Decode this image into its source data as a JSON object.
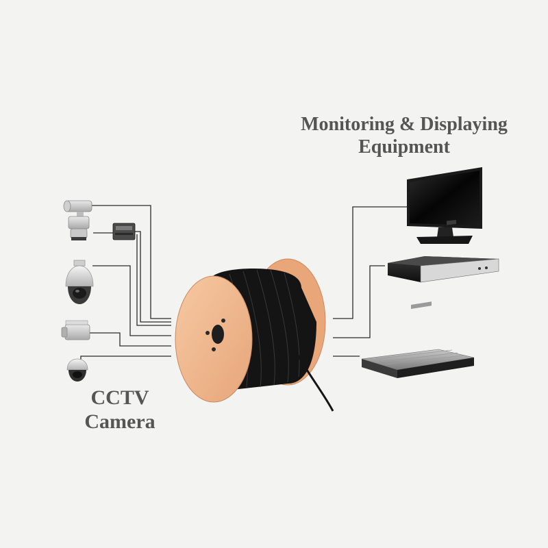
{
  "labels": {
    "display_line1": "Monitoring & Displaying",
    "display_line2": "Equipment",
    "camera_line1": "CCTV",
    "camera_line2": "Camera"
  },
  "colors": {
    "background": "#f3f3f1",
    "heading": "#555555",
    "wire": "#2a2a2a",
    "spool_wood": "#f0b48a",
    "cable": "#141414"
  },
  "icons": {
    "cameras": [
      "ptz-camera-icon",
      "speed-dome-camera-icon",
      "box-camera-icon",
      "mini-dome-camera-icon"
    ],
    "peripherals": [
      "signal-converter-icon"
    ],
    "equipment": [
      "monitor-icon",
      "dvr-recorder-icon",
      "network-video-recorder-icon"
    ],
    "center": [
      "cable-spool-icon"
    ]
  }
}
